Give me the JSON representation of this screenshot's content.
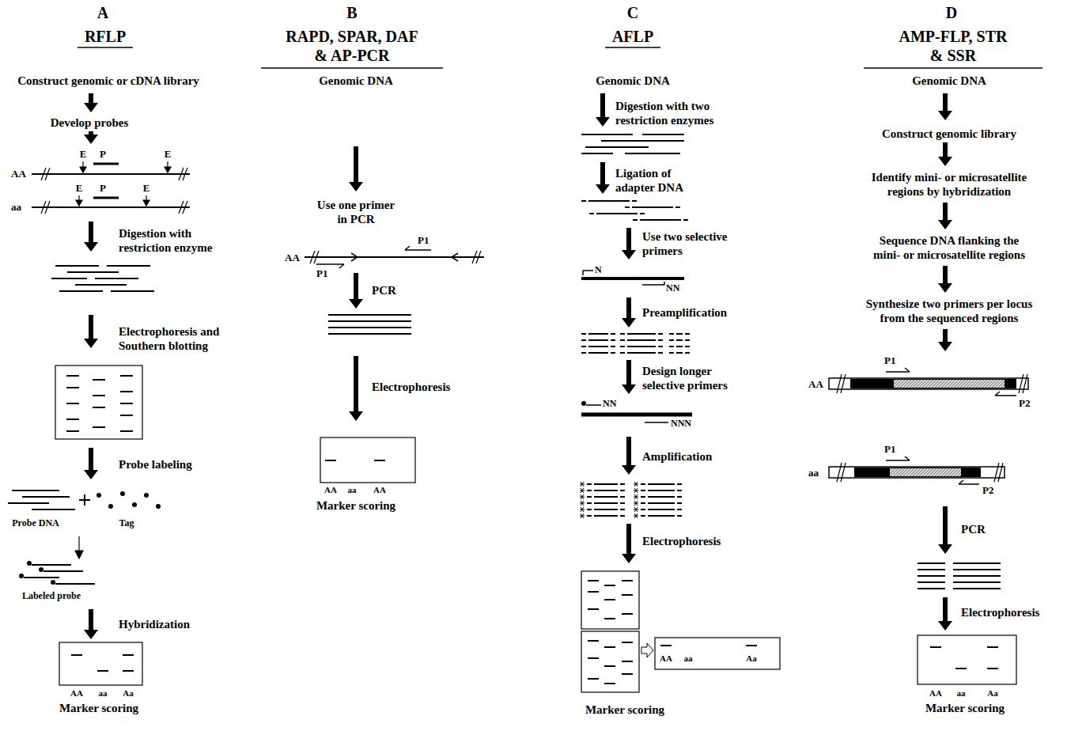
{
  "diagram": {
    "labels": [
      "A",
      "RFLP",
      "Construct genomic or cDNA library",
      "Develop probes",
      "E",
      "P",
      "E",
      "AA",
      "E",
      "P",
      "E",
      "aa",
      "Digestion with restriction enzyme",
      "Electrophoresis and Southern blotting",
      "Probe labeling",
      "Probe DNA",
      "Tag",
      "Labeled probe",
      "Hybridization",
      "AA",
      "aa",
      "Aa",
      "Marker scoring",
      "B",
      "RAPD, SPAR, DAF & AP-PCR",
      "Genomic DNA",
      "Use one primer in PCR",
      "AA",
      "P1",
      "P1",
      "PCR",
      "Electrophoresis",
      "AA",
      "aa",
      "AA",
      "Marker scoring",
      "C",
      "AFLP",
      "Genomic DNA",
      "Digestion with two restriction enzymes",
      "Ligation of adapter DNA",
      "Use two selective primers",
      "N",
      "NN",
      "Preamplification",
      "Design longer selective primers",
      "NN",
      "NNN",
      "Amplification",
      "Electrophoresis",
      "AA",
      "aa",
      "Aa",
      "Marker scoring",
      "D",
      "AMP-FLP, STR & SSR",
      "Genomic DNA",
      "Construct genomic library",
      "Identify mini- or microsatellite regions by hybridization",
      "Sequence DNA flanking the mini- or microsatellite regions",
      "Synthesize two primers per locus from the sequenced regions",
      "P1",
      "AA",
      "P2",
      "P1",
      "aa",
      "P2",
      "PCR",
      "Electrophoresis",
      "AA",
      "aa",
      "Aa",
      "Marker scoring"
    ]
  }
}
